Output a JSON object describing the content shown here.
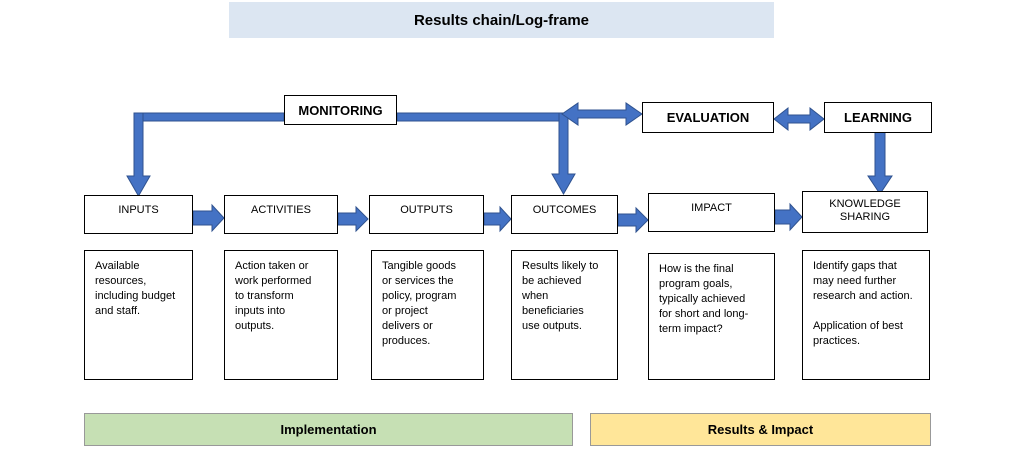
{
  "title": "Results chain/Log-frame",
  "top_boxes": {
    "monitoring": "MONITORING",
    "evaluation": "EVALUATION",
    "learning": "LEARNING"
  },
  "stages": [
    {
      "label": "INPUTS",
      "description": "Available\nresources,\nincluding budget\nand staff."
    },
    {
      "label": "ACTIVITIES",
      "description": "Action taken or\nwork performed\nto transform\ninputs into\noutputs."
    },
    {
      "label": "OUTPUTS",
      "description": "Tangible goods\nor services the\npolicy, program\nor project\ndelivers or\nproduces."
    },
    {
      "label": "OUTCOMES",
      "description": "Results likely to\nbe achieved\nwhen\nbeneficiaries\nuse outputs."
    },
    {
      "label": "IMPACT",
      "description": "How is the final\nprogram goals,\ntypically achieved\nfor short and long-\nterm impact?"
    },
    {
      "label": "KNOWLEDGE\nSHARING",
      "description": "Identify gaps that\nmay need further\nresearch and action.\n\nApplication of best\npractices."
    }
  ],
  "phases": {
    "implementation": "Implementation",
    "results_impact": "Results & Impact"
  },
  "colors": {
    "arrow": "#4472c4",
    "arrow_stroke": "#2f528f",
    "title_bg": "#dce6f2",
    "implementation_bg": "#c6e0b4",
    "results_bg": "#ffe699"
  }
}
